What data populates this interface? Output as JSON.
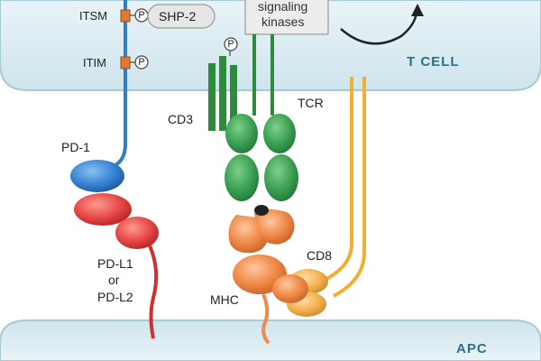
{
  "cells": {
    "t_cell": "T CELL",
    "apc": "APC"
  },
  "labels": {
    "itsm": "ITSM",
    "itim": "ITIM",
    "shp2": "SHP-2",
    "phospho": "P",
    "signaling_line1": "signaling",
    "signaling_line2": "kinases",
    "cd3": "CD3",
    "tcr": "TCR",
    "pd1": "PD-1",
    "pdl1": "PD-L1",
    "or": "or",
    "pdl2": "PD-L2",
    "cd8": "CD8",
    "mhc": "MHC"
  },
  "colors": {
    "membrane_fill": "#dfeef4",
    "membrane_edge": "#a8c9d6",
    "pd1_stalk": "#2f7fc4",
    "pd1_head": "#3b86d6",
    "pdl_red": "#e84b4b",
    "pdl_stalk": "#d42f2f",
    "itsm_box": "#e07a32",
    "cd3_green": "#2f8a3e",
    "tcr_green": "#3fa356",
    "mhc_orange": "#f08a4a",
    "cd8_yellow": "#f0b030",
    "cd8_body": "#f5b255",
    "peptide": "#222222"
  }
}
